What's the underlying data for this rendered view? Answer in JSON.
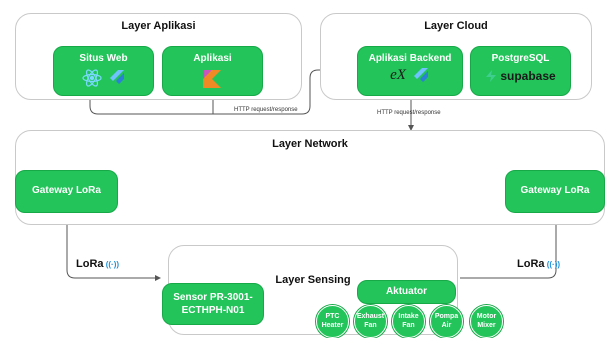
{
  "layers": {
    "aplikasi": {
      "title": "Layer Aplikasi"
    },
    "cloud": {
      "title": "Layer Cloud"
    },
    "network": {
      "title": "Layer Network"
    },
    "sensing": {
      "title": "Layer Sensing"
    }
  },
  "nodes": {
    "situs_web": {
      "label": "Situs Web",
      "icons": [
        "react-icon",
        "flutter-icon"
      ]
    },
    "aplikasi": {
      "label": "Aplikasi",
      "icons": [
        "kotlin-icon"
      ]
    },
    "backend": {
      "label": "Aplikasi Backend",
      "logo_text": "eX",
      "icons": [
        "elixir-ex-icon",
        "flutter-icon"
      ]
    },
    "postgres": {
      "label": "PostgreSQL",
      "logo_text": "supabase",
      "icons": [
        "supabase-icon"
      ]
    },
    "gateway_left": {
      "label": "Gateway LoRa"
    },
    "gateway_right": {
      "label": "Gateway LoRa"
    },
    "sensor": {
      "label_line1": "Sensor PR-3001-",
      "label_line2": "ECTHPH-N01"
    },
    "aktuator": {
      "label": "Aktuator"
    }
  },
  "actuators": [
    {
      "line1": "PTC",
      "line2": "Heater"
    },
    {
      "line1": "Exhaust",
      "line2": "Fan"
    },
    {
      "line1": "Intake",
      "line2": "Fan"
    },
    {
      "line1": "Pompa",
      "line2": "Air"
    },
    {
      "line1": "Motor",
      "line2": "Mixer"
    }
  ],
  "connections": {
    "http_app_cloud": "HTTP request/response",
    "http_cloud_network": "HTTP request/response"
  },
  "lora_labels": {
    "left": "LoRa",
    "right": "LoRa"
  },
  "colors": {
    "node_green": "#23c45a",
    "layer_border": "#c9c9c9",
    "line": "#555555"
  }
}
